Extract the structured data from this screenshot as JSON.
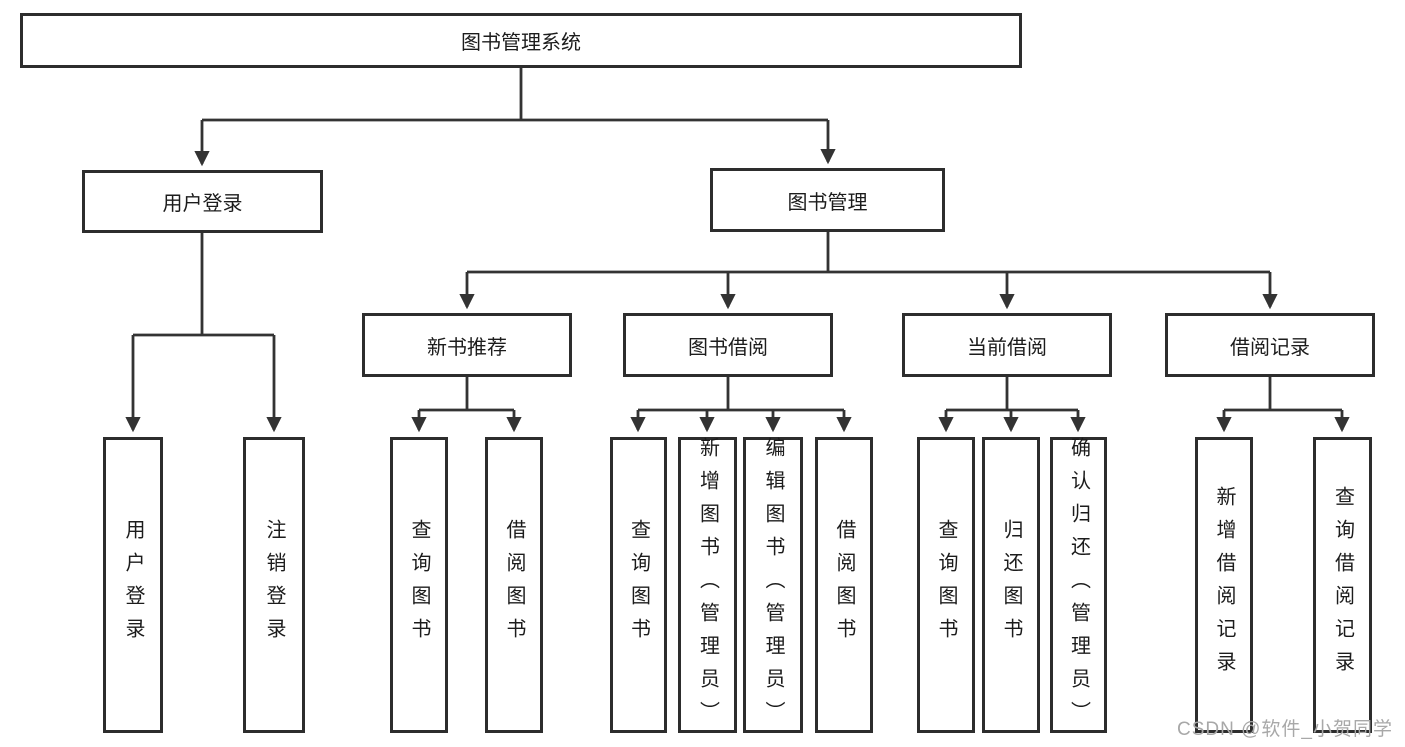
{
  "diagram": {
    "root": {
      "label": "图书管理系统"
    },
    "level2": [
      {
        "id": "user-login",
        "label": "用户登录"
      },
      {
        "id": "book-mgmt",
        "label": "图书管理"
      }
    ],
    "level3": [
      {
        "id": "new-book-recommend",
        "label": "新书推荐",
        "parent": "图书管理"
      },
      {
        "id": "book-borrow",
        "label": "图书借阅",
        "parent": "图书管理"
      },
      {
        "id": "current-borrow",
        "label": "当前借阅",
        "parent": "图书管理"
      },
      {
        "id": "borrow-records",
        "label": "借阅记录",
        "parent": "图书管理"
      }
    ],
    "leaves": [
      {
        "label": "用户登录",
        "parent": "用户登录"
      },
      {
        "label": "注销登录",
        "parent": "用户登录"
      },
      {
        "label": "查询图书",
        "parent": "新书推荐"
      },
      {
        "label": "借阅图书",
        "parent": "新书推荐"
      },
      {
        "label": "查询图书",
        "parent": "图书借阅"
      },
      {
        "label": "新增图书（管理员）",
        "parent": "图书借阅"
      },
      {
        "label": "编辑图书（管理员）",
        "parent": "图书借阅"
      },
      {
        "label": "借阅图书",
        "parent": "图书借阅"
      },
      {
        "label": "查询图书",
        "parent": "当前借阅"
      },
      {
        "label": "归还图书",
        "parent": "当前借阅"
      },
      {
        "label": "确认归还（管理员）",
        "parent": "当前借阅"
      },
      {
        "label": "新增借阅记录",
        "parent": "借阅记录"
      },
      {
        "label": "查询借阅记录",
        "parent": "借阅记录"
      }
    ]
  },
  "watermark": "CSDN @软件_小贺同学",
  "colors": {
    "line": "#333333",
    "box_border": "#2d2d2d",
    "text": "#1c1c1c",
    "watermark": "#a8a8a8",
    "background": "#ffffff"
  }
}
